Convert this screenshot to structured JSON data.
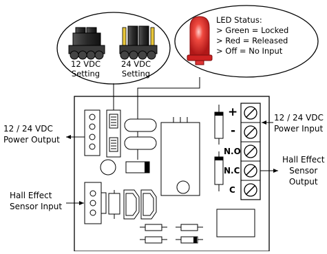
{
  "jumper_callout": {
    "setting_12": "12 VDC\nSetting",
    "setting_24": "24 VDC\nSetting"
  },
  "led_callout": {
    "title": "LED Status:",
    "lines": [
      "> Green = Locked",
      "> Red = Released",
      "> Off = No Input"
    ],
    "led_color": "#e8322c"
  },
  "labels": {
    "power_output": "12 / 24 VDC\nPower Output",
    "hall_input": "Hall Effect\nSensor Input",
    "power_input": "12 / 24 VDC\nPower Input",
    "hall_output": "Hall Effect\nSensor\nOutput"
  },
  "terminals": {
    "plus": "+",
    "minus": "-",
    "no": "N.O",
    "nc": "N.C",
    "c": "C"
  },
  "colors": {
    "jumper_dark": "#2e2e2e",
    "jumper_gold": "#e8c63a",
    "board_fill": "#ffffff",
    "outline": "#000000"
  }
}
